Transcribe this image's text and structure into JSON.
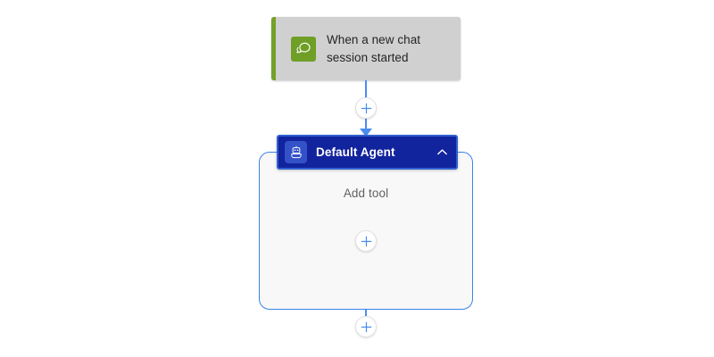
{
  "canvas": {
    "background": "#ffffff",
    "accent_blue": "#4a8df0",
    "container_border": "#3b82ea",
    "agent_header_bg": "#12239e",
    "agent_header_ring": "#2f5fd0",
    "agent_icon_bg": "#3352c8",
    "trigger_bg": "#d0d0d0",
    "trigger_accent": "#74a12a",
    "trigger_icon_bg": "#6f9f27",
    "body_bg": "#f8f8f8",
    "muted_text": "#616161",
    "primary_text": "#242424"
  },
  "trigger_node": {
    "icon": "chat-bubble-icon",
    "label": "When a new chat session started"
  },
  "connector_top": {
    "add_button": {
      "icon": "plus-icon",
      "label": "+"
    }
  },
  "agent_node": {
    "header": {
      "icon": "robot-icon",
      "title": "Default Agent",
      "collapse": {
        "icon": "chevron-up-icon"
      }
    },
    "body": {
      "placeholder": "Add tool",
      "add_button": {
        "icon": "plus-icon",
        "label": "+"
      }
    }
  },
  "connector_bottom": {
    "add_button": {
      "icon": "plus-icon",
      "label": "+"
    }
  }
}
